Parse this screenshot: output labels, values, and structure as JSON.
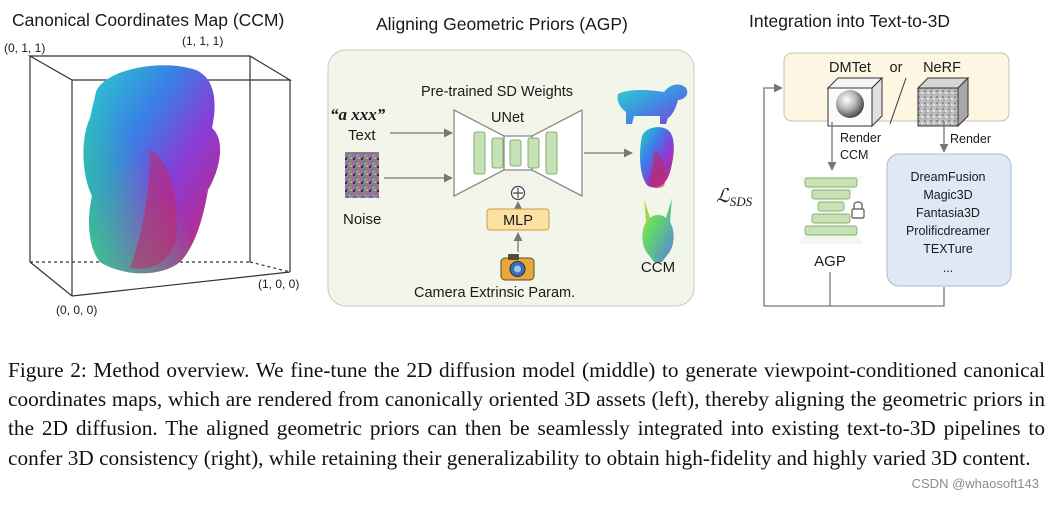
{
  "panels": {
    "ccm": {
      "title": "Canonical Coordinates Map (CCM)",
      "corners": {
        "top_left": "(0, 1, 1)",
        "top_right": "(1, 1, 1)",
        "bottom_right": "(1, 0, 0)",
        "bottom_left": "(0, 0, 0)"
      }
    },
    "agp": {
      "title": "Aligning Geometric Priors (AGP)",
      "weights_label": "Pre-trained SD Weights",
      "unet_label": "UNet",
      "prompt_text": "“a xxx”",
      "text_label": "Text",
      "noise_label": "Noise",
      "mlp_label": "MLP",
      "camera_label": "Camera Extrinsic Param.",
      "output_label": "CCM",
      "colors": {
        "panel_bg": "#f1f5ea",
        "mlp_fill": "#fbe2a3",
        "unet_block": "#c7e2b4"
      }
    },
    "integration": {
      "title": "Integration into Text-to-3D",
      "dmtet_label": "DMTet",
      "or_label": "or",
      "nerf_label": "NeRF",
      "render_ccm_line1": "Render",
      "render_ccm_line2": "CCM",
      "render_label": "Render",
      "agp_label": "AGP",
      "loss_main": "ℒ",
      "loss_sub": "SDS",
      "methods": [
        "DreamFusion",
        "Magic3D",
        "Fantasia3D",
        "Prolificdreamer",
        "TEXTure",
        "..."
      ],
      "colors": {
        "top_box": "#fdf6e3",
        "methods_box": "#dfe9f6"
      }
    }
  },
  "caption": "Figure 2: Method overview. We fine-tune the 2D diffusion model (middle) to generate viewpoint-conditioned canonical coordinates maps, which are rendered from canonically oriented 3D assets (left), thereby aligning the geometric priors in the 2D diffusion. The aligned geometric priors can then be seamlessly integrated into existing text-to-3D pipelines to confer 3D consistency (right), while retaining their generalizability to obtain high-fidelity and highly varied 3D content.",
  "watermark": "CSDN @whaosoft143"
}
